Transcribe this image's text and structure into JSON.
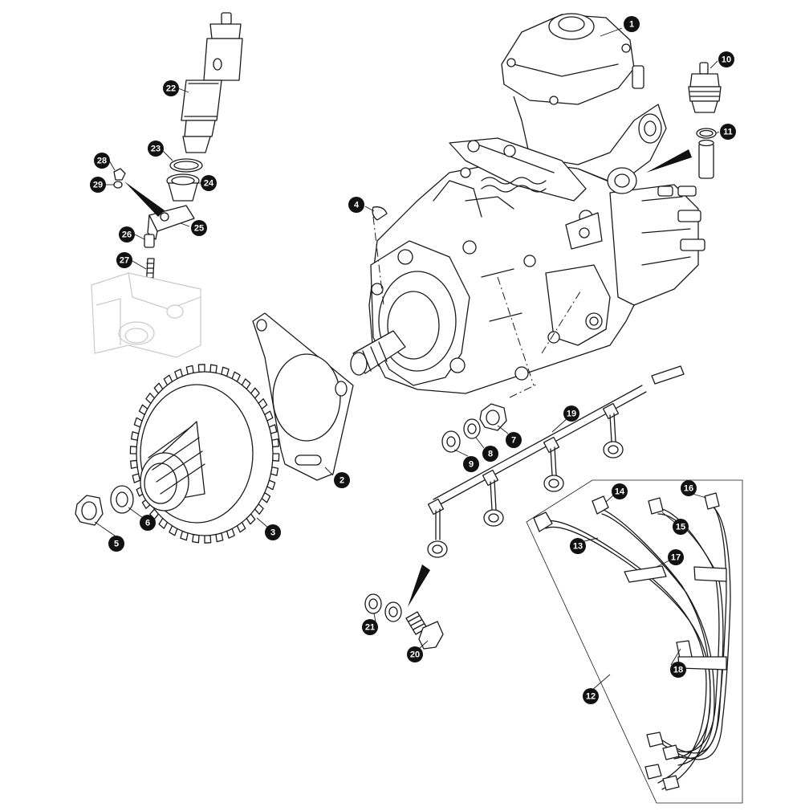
{
  "colors": {
    "line": "#1a1a1a",
    "callout_fill": "#111111",
    "callout_text": "#ffffff",
    "ghost_part": "#c9c9c9",
    "background": "#ffffff"
  },
  "callouts": [
    {
      "id": "1",
      "label": "1"
    },
    {
      "id": "2",
      "label": "2"
    },
    {
      "id": "3",
      "label": "3"
    },
    {
      "id": "4",
      "label": "4"
    },
    {
      "id": "5",
      "label": "5"
    },
    {
      "id": "6",
      "label": "6"
    },
    {
      "id": "7",
      "label": "7"
    },
    {
      "id": "8",
      "label": "8"
    },
    {
      "id": "9",
      "label": "9"
    },
    {
      "id": "10",
      "label": "10"
    },
    {
      "id": "11",
      "label": "11"
    },
    {
      "id": "12",
      "label": "12"
    },
    {
      "id": "13",
      "label": "13"
    },
    {
      "id": "14",
      "label": "14"
    },
    {
      "id": "15",
      "label": "15"
    },
    {
      "id": "16",
      "label": "16"
    },
    {
      "id": "17",
      "label": "17"
    },
    {
      "id": "18",
      "label": "18"
    },
    {
      "id": "19",
      "label": "19"
    },
    {
      "id": "20",
      "label": "20"
    },
    {
      "id": "21",
      "label": "21"
    },
    {
      "id": "22",
      "label": "22"
    },
    {
      "id": "23",
      "label": "23"
    },
    {
      "id": "24",
      "label": "24"
    },
    {
      "id": "25",
      "label": "25"
    },
    {
      "id": "26",
      "label": "26"
    },
    {
      "id": "27",
      "label": "27"
    },
    {
      "id": "28",
      "label": "28"
    },
    {
      "id": "29",
      "label": "29"
    }
  ]
}
